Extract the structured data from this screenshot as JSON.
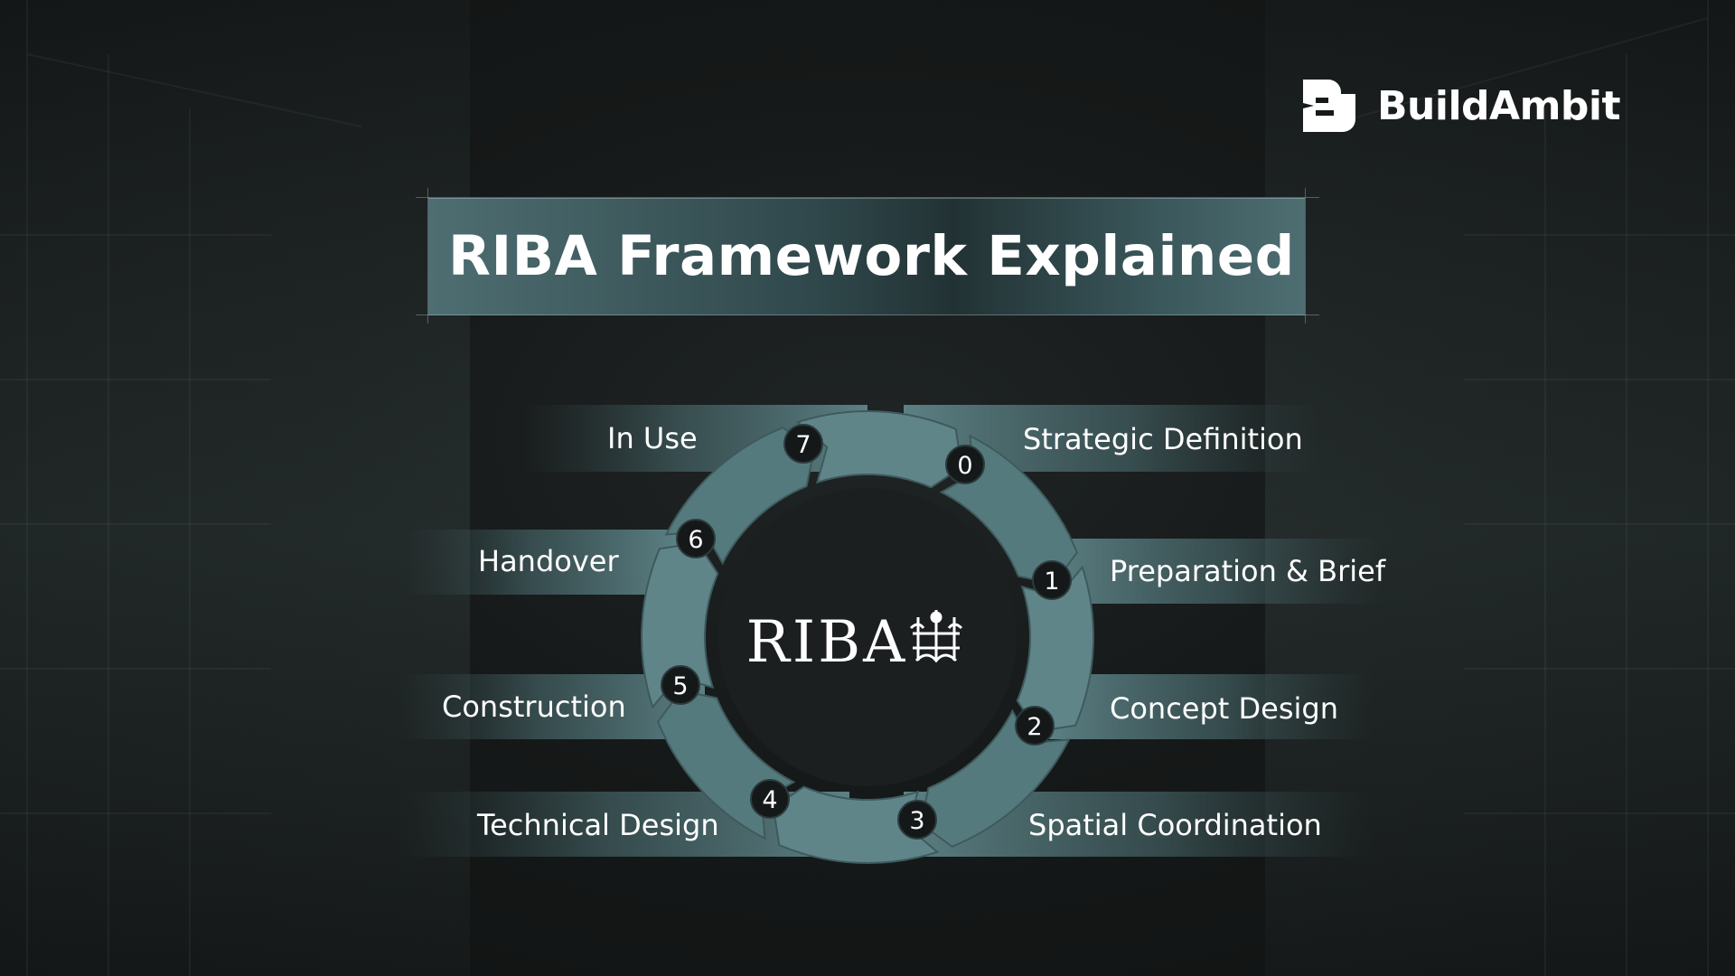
{
  "brand": {
    "name": "BuildAmbit",
    "logo_icon": "buildambit-logo-icon"
  },
  "title": "RIBA Framework Explained",
  "center_logo": {
    "text": "RIBA",
    "emblem_icon": "riba-crest-icon"
  },
  "colors": {
    "background": "#161919",
    "arrow_teal": "#5f8589",
    "arrow_teal_dark": "#3e5a5d",
    "number_circle": "#151818",
    "text": "#ffffff"
  },
  "stages": [
    {
      "number": "0",
      "label": "Strategic Definition"
    },
    {
      "number": "1",
      "label": "Preparation & Brief"
    },
    {
      "number": "2",
      "label": "Concept Design"
    },
    {
      "number": "3",
      "label": "Spatial Coordination"
    },
    {
      "number": "4",
      "label": "Technical Design"
    },
    {
      "number": "5",
      "label": "Construction"
    },
    {
      "number": "6",
      "label": "Handover"
    },
    {
      "number": "7",
      "label": "In Use"
    }
  ]
}
